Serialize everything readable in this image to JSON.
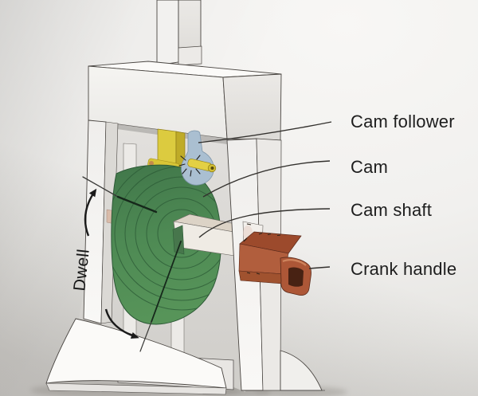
{
  "labels": {
    "cam_follower": "Cam follower",
    "cam": "Cam",
    "cam_shaft": "Cam shaft",
    "crank_handle": "Crank handle",
    "dwell": "Dwell"
  },
  "colors": {
    "cam_green_dark": "#41774a",
    "cam_green": "#4e8a54",
    "cam_green_light": "#579459",
    "cam_ring_ink": "#2d5c37",
    "follower_stem_yellow": "#dccb3f",
    "follower_stem_yellow_side": "#bfab28",
    "follower_foot_blue": "#aabfd1",
    "axle_yellow": "#e3d044",
    "shaft_beige": "#dcd3c6",
    "shaft_face": "#efebe4",
    "crank_terracotta": "#b15e3d",
    "crank_terracotta_dark": "#9c4a2c",
    "crank_tube": "#ad5737",
    "crank_opening": "#482213",
    "paper": "#f3f2ef",
    "ink": "#1d1d1d"
  }
}
